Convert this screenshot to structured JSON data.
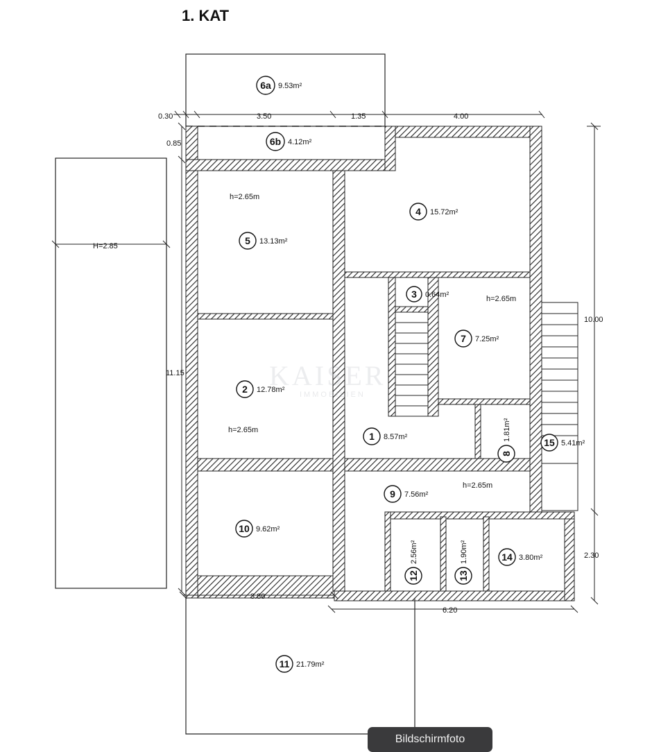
{
  "title": "1. KAT",
  "badge": "Bildschirmfoto",
  "watermark": {
    "brand": "KAISER",
    "sub": "IMMOBILIEN"
  },
  "rooms": [
    {
      "id": "6a",
      "area": "9.53m²"
    },
    {
      "id": "6b",
      "area": "4.12m²"
    },
    {
      "id": "4",
      "area": "15.72m²"
    },
    {
      "id": "5",
      "area": "13.13m²"
    },
    {
      "id": "3",
      "area": "0.64m²"
    },
    {
      "id": "7",
      "area": "7.25m²"
    },
    {
      "id": "2",
      "area": "12.78m²"
    },
    {
      "id": "1",
      "area": "8.57m²"
    },
    {
      "id": "8",
      "area": "1.81m²"
    },
    {
      "id": "15",
      "area": "5.41m²"
    },
    {
      "id": "9",
      "area": "7.56m²"
    },
    {
      "id": "10",
      "area": "9.62m²"
    },
    {
      "id": "12",
      "area": "2.56m²"
    },
    {
      "id": "13",
      "area": "1.90m²"
    },
    {
      "id": "14",
      "area": "3.80m²"
    },
    {
      "id": "11",
      "area": "21.79m²"
    }
  ],
  "heights": [
    "h=2.65m",
    "h=2.65m",
    "h=2.65m",
    "h=2.65m",
    "H=2.85"
  ],
  "dimensions": {
    "top": [
      "0.30",
      "3.50",
      "1.35",
      "4.00"
    ],
    "left_offset": "0.85",
    "left_total": "11.15",
    "right_main": "10.00",
    "right_lower": "2.30",
    "bottom_left": "3.80",
    "bottom_right": "6.20"
  }
}
